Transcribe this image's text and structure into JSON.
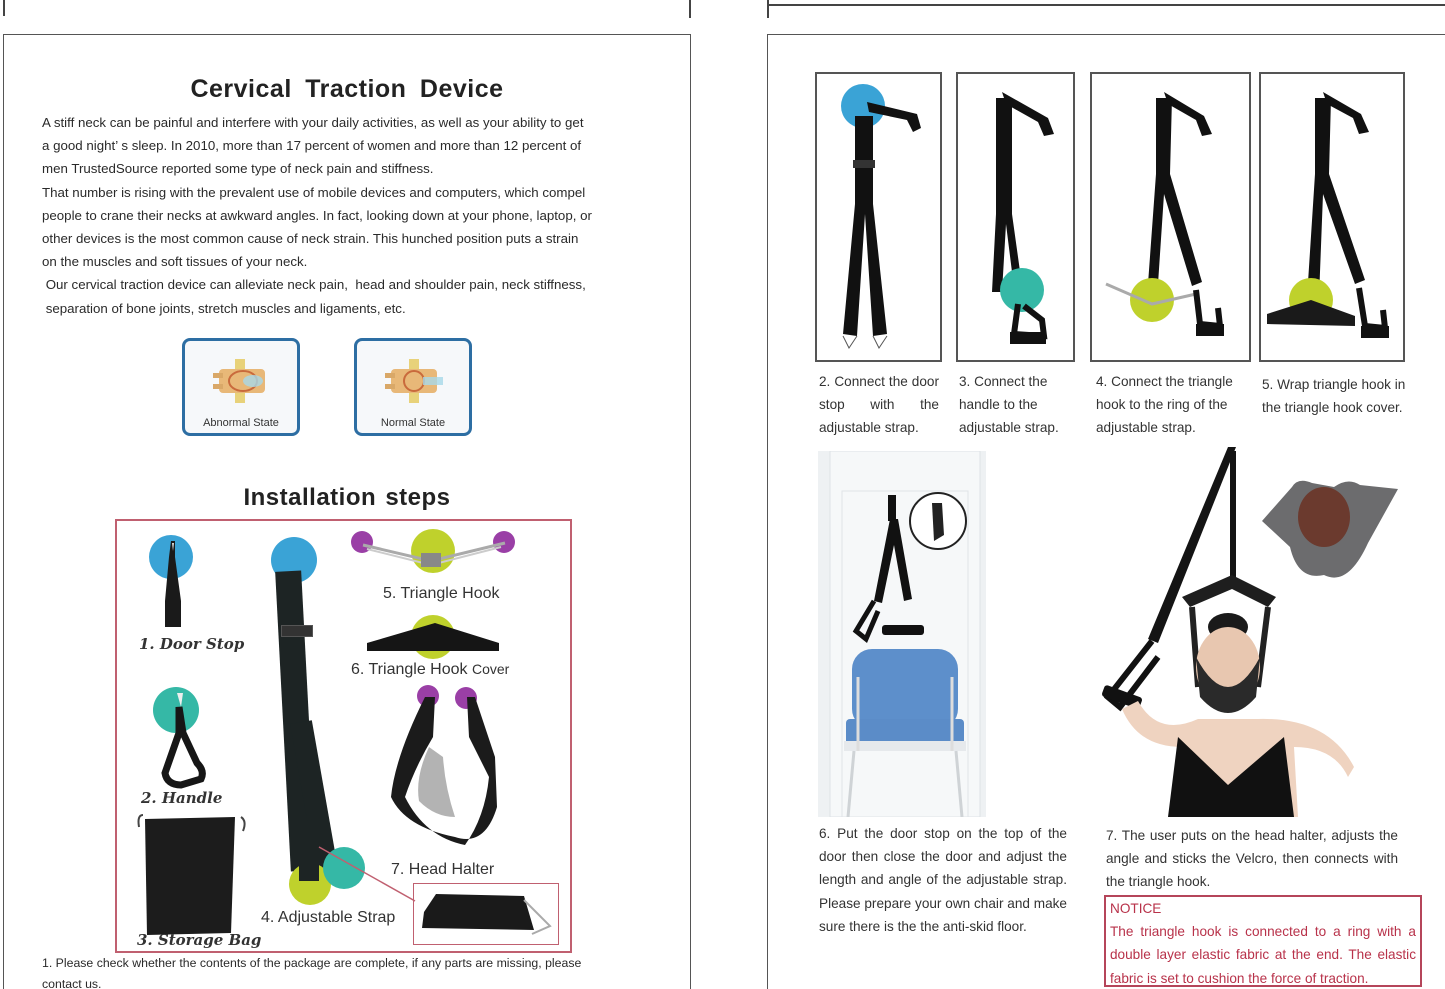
{
  "left_page": {
    "title": "Cervical  Traction  Device",
    "intro_lines": [
      "A stiff neck can be painful and interfere with your daily activities, as well as your ability to get",
      "a good night’  s sleep. In 2010, more than 17 percent of women and more than 12 percent of",
      "men TrustedSource reported some type of neck pain and stiffness.",
      "That number is rising with the prevalent use of mobile devices and computers, which compel",
      "people to crane their necks at awkward angles. In fact, looking down at your phone, laptop, or",
      "other devices is the most common cause of neck strain. This hunched position puts a strain",
      "on the muscles and soft tissues of your neck.",
      " Our cervical traction device can alleviate neck pain,  head and shoulder pain, neck stiffness,",
      " separation of bone joints, stretch muscles and ligaments, etc."
    ],
    "states": [
      {
        "label": "Abnormal State",
        "icon": "spine-abnormal-icon"
      },
      {
        "label": "Normal State",
        "icon": "spine-normal-icon"
      }
    ],
    "installation_title": "Installation steps",
    "kit_parts": {
      "door_stop": "1. Door Stop",
      "handle": "2. Handle",
      "storage_bag": "3. Storage Bag",
      "adjustable_strap": "4. Adjustable Strap",
      "triangle_hook": "5. Triangle Hook",
      "triangle_hook_cover_main": "6. Triangle Hook ",
      "triangle_hook_cover_suffix": "Cover",
      "head_halter": "7. Head Halter"
    },
    "footnote_lines": [
      "1. Please check whether the contents of the package are complete, if any parts are missing, please",
      "contact us."
    ]
  },
  "right_page": {
    "steps": [
      {
        "number": "2.",
        "text": "Connect   the door stop with the adjustable strap."
      },
      {
        "number": "3.",
        "text": "Connect the handle to the adjustable strap."
      },
      {
        "number": "4.",
        "text": "Connect the triangle hook to the ring of the adjustable strap."
      },
      {
        "number": "5.",
        "text": "Wrap triangle hook in the triangle hook cover."
      }
    ],
    "step6": "6. Put the door stop on the top of the door then close the door and adjust the length and angle of the adjustable strap. Please prepare your own chair and make sure there is the the anti-skid floor.",
    "step7": "7. The user puts on the head halter, adjusts the angle and sticks the Velcro, then connects with the triangle hook.",
    "notice": {
      "heading": "NOTICE",
      "text": "The triangle hook is connected to a ring with a double layer elastic fabric at the end. The elastic fabric is set to cushion the force of traction."
    }
  },
  "colors": {
    "blue_marker": "#3aa3d6",
    "teal_marker": "#35b8a6",
    "lime_marker": "#bfd12c",
    "purple_marker": "#9a3fa6",
    "state_border": "#2d6ea3",
    "kit_border": "#c06070",
    "notice_red": "#b8324a"
  }
}
